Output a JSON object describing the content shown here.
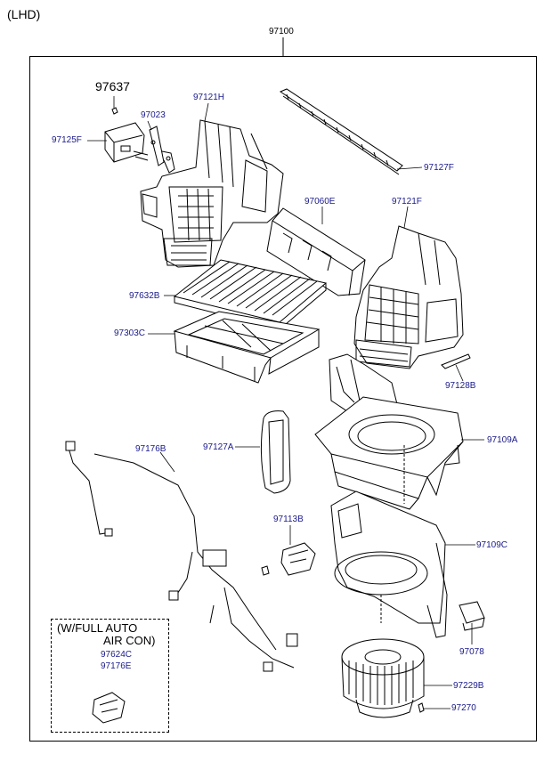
{
  "header": {
    "label": "(LHD)"
  },
  "assembly_label": "97100",
  "note_box": {
    "line1": "(W/FULL AUTO",
    "line2": "AIR CON)"
  },
  "callouts": {
    "c97637": "97637",
    "c97023": "97023",
    "c97125F": "97125F",
    "c97121H": "97121H",
    "c97127F": "97127F",
    "c97060E": "97060E",
    "c97121F": "97121F",
    "c97632B": "97632B",
    "c97303C": "97303C",
    "c97128B": "97128B",
    "c97176B": "97176B",
    "c97127A": "97127A",
    "c97109A": "97109A",
    "c97113B": "97113B",
    "c97109C": "97109C",
    "c97078": "97078",
    "c97624C": "97624C",
    "c97176E": "97176E",
    "c97229B": "97229B",
    "c97270": "97270"
  }
}
